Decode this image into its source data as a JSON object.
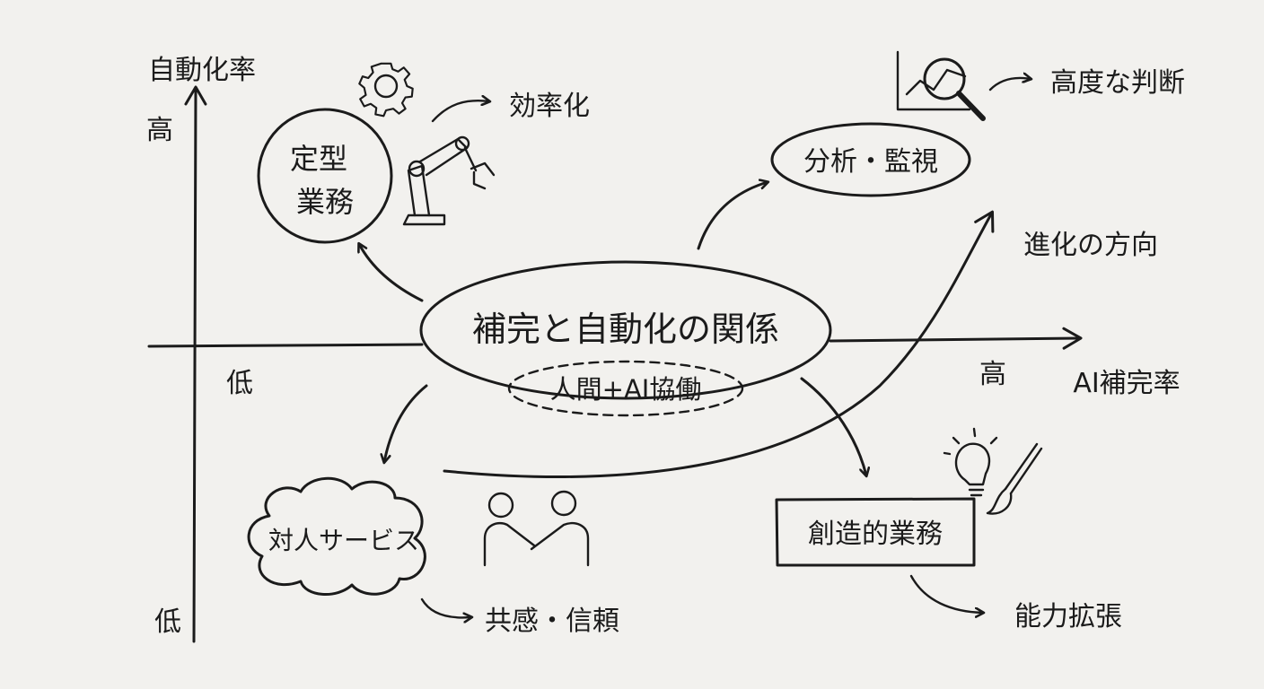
{
  "axes": {
    "y_label": "自動化率",
    "y_high": "高",
    "y_low": "低",
    "x_label": "AI補完率",
    "x_high": "高",
    "x_low": "低"
  },
  "center": {
    "title": "補完と自動化の関係",
    "subtitle": "人間+AI協働"
  },
  "nodes": {
    "routine": {
      "line1": "定型",
      "line2": "業務",
      "outcome": "効率化",
      "icons": [
        "gear-icon",
        "robot-arm-icon"
      ]
    },
    "analysis": {
      "label": "分析・監視",
      "outcome": "高度な判断",
      "icons": [
        "chart-magnifier-icon"
      ]
    },
    "interpersonal": {
      "label": "対人サービス",
      "outcome": "共感・信頼",
      "icons": [
        "handshake-people-icon"
      ]
    },
    "creative": {
      "label": "創造的業務",
      "outcome": "能力拡張",
      "icons": [
        "lightbulb-icon",
        "paintbrush-icon"
      ]
    }
  },
  "evolution_label": "進化の方向",
  "colors": {
    "ink": "#1b1b1b",
    "paper": "#f2f1ee"
  }
}
